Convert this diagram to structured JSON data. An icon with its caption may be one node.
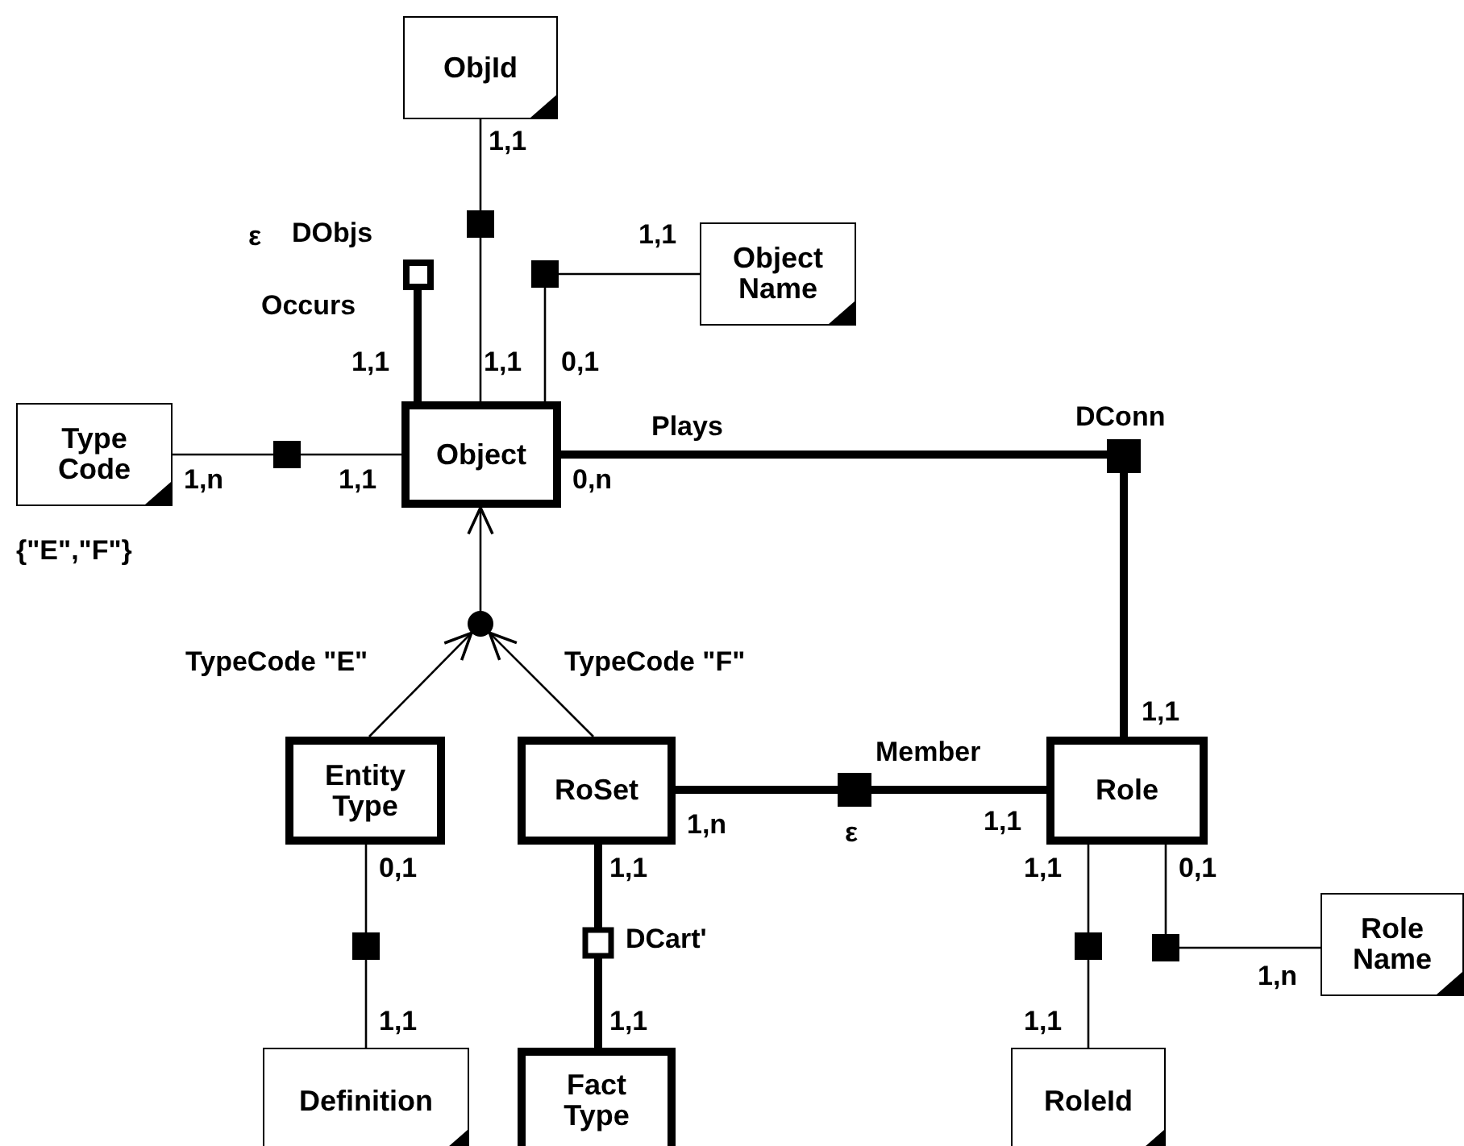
{
  "diagram": {
    "nodes": [
      {
        "text": [
          "ObjId"
        ]
      },
      {
        "text": [
          "Object Name"
        ]
      },
      {
        "text": [
          "Type Code"
        ],
        "beside": [
          "{\"E\",\"F\"}"
        ]
      },
      {
        "text": [
          "Object"
        ]
      },
      {
        "text": [
          "Entity Type"
        ]
      },
      {
        "text": [
          "RoSet"
        ]
      },
      {
        "text": [
          "Role"
        ]
      },
      {
        "text": [
          "Definition"
        ]
      },
      {
        "text": [
          "Fact Type"
        ]
      },
      {
        "text": [
          "RoleId"
        ]
      },
      {
        "text": [
          "Role Name"
        ]
      },
      {
        "text": [],
        "shape": "box"
      },
      {
        "text": [],
        "shape": "circle"
      }
    ],
    "edges": [
      {
        "from": 0,
        "to": 3,
        "arrow": "none"
      },
      {
        "from": 1,
        "to": 3,
        "arrow": "none"
      },
      {
        "from": 2,
        "to": 3,
        "arrow": "none"
      },
      {
        "from": 3,
        "to": 11,
        "arrow": "none",
        "label": "Occurs",
        "style": "thick"
      },
      {
        "from": 3,
        "to": 6,
        "arrow": "none",
        "label": "Plays",
        "style": "thick"
      },
      {
        "from": 4,
        "to": 12,
        "arrow": "to",
        "label": "TypeCode \"E\""
      },
      {
        "from": 5,
        "to": 12,
        "arrow": "to",
        "label": "TypeCode \"F\""
      },
      {
        "from": 12,
        "to": 3,
        "arrow": "to"
      },
      {
        "from": 5,
        "to": 6,
        "arrow": "none",
        "label": "Member",
        "style": "thick"
      },
      {
        "from": 5,
        "to": 8,
        "arrow": "none",
        "style": "thick"
      },
      {
        "from": 4,
        "to": 7,
        "arrow": "none"
      },
      {
        "from": 6,
        "to": 9,
        "arrow": "none"
      },
      {
        "from": 6,
        "to": 10,
        "arrow": "none"
      }
    ],
    "labels": [
      "1,1",
      "ε",
      "DObjs",
      "1,1",
      "1,1",
      "1,1",
      "0,1",
      "DConn",
      "1,n",
      "1,1",
      "0,n",
      "1,1",
      "1,n",
      "ε",
      "1,1",
      "0,1",
      "1,1",
      "1,1",
      "0,1",
      "DCart'",
      "1,n",
      "1,1",
      "1,1",
      "1,1"
    ]
  }
}
